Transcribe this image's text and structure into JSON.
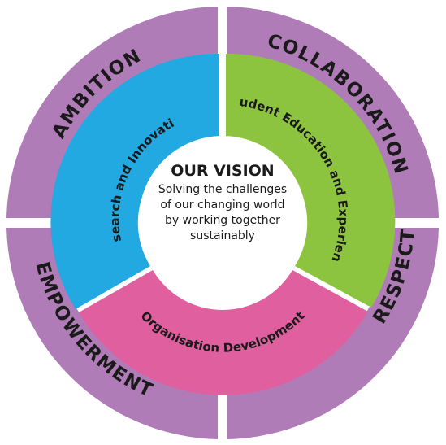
{
  "vision": {
    "title": "OUR VISION",
    "lines": [
      "Solving the challenges",
      "of our changing world",
      "by working together",
      "sustainably"
    ]
  },
  "values": [
    {
      "label": "AMBITION"
    },
    {
      "label": "COLLABORATION"
    },
    {
      "label": "RESPECT"
    },
    {
      "label": "EMPOWERMENT"
    }
  ],
  "pillars": [
    {
      "label": "Research and Innovation"
    },
    {
      "label": "Student Education and Experience"
    },
    {
      "label": "Organisation Development"
    }
  ],
  "colors": {
    "outer_ring": "#b07cb8",
    "research": "#23a9e1",
    "education": "#8dc43f",
    "organisation": "#e0609f",
    "center": "#ffffff",
    "text": "#1a1a1a"
  }
}
